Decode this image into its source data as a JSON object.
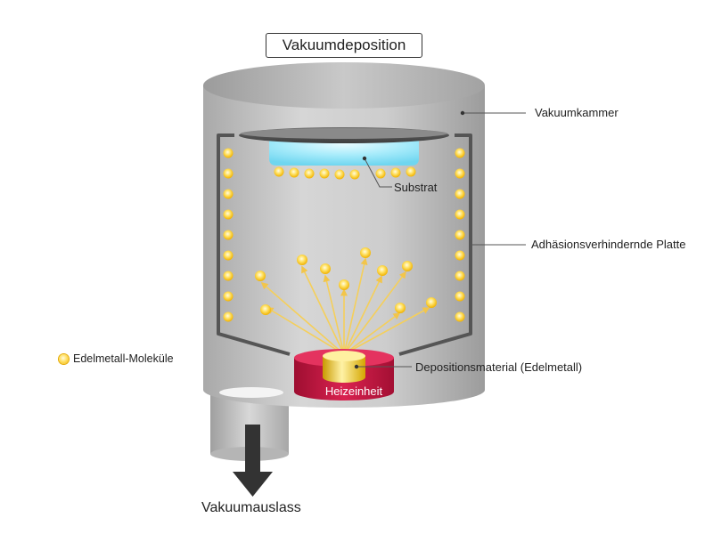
{
  "title": "Vakuumdeposition",
  "labels": {
    "chamber": "Vakuumkammer",
    "substrate": "Substrat",
    "plate": "Adhäsionsverhindernde Platte",
    "material": "Depositionsmaterial (Edelmetall)",
    "heater": "Heizeinheit",
    "exhaust": "Vakuumauslass"
  },
  "legend": {
    "molecules": "Edelmetall-Moleküle"
  },
  "colors": {
    "chamber": "#c4c4c4",
    "substrate_glow": "#8fe3f7",
    "heater": "#c8123f",
    "material": "#e8c200",
    "molecule": "#ffd633",
    "arrow": "#f5cf5a",
    "exhaust_arrow": "#333333"
  }
}
